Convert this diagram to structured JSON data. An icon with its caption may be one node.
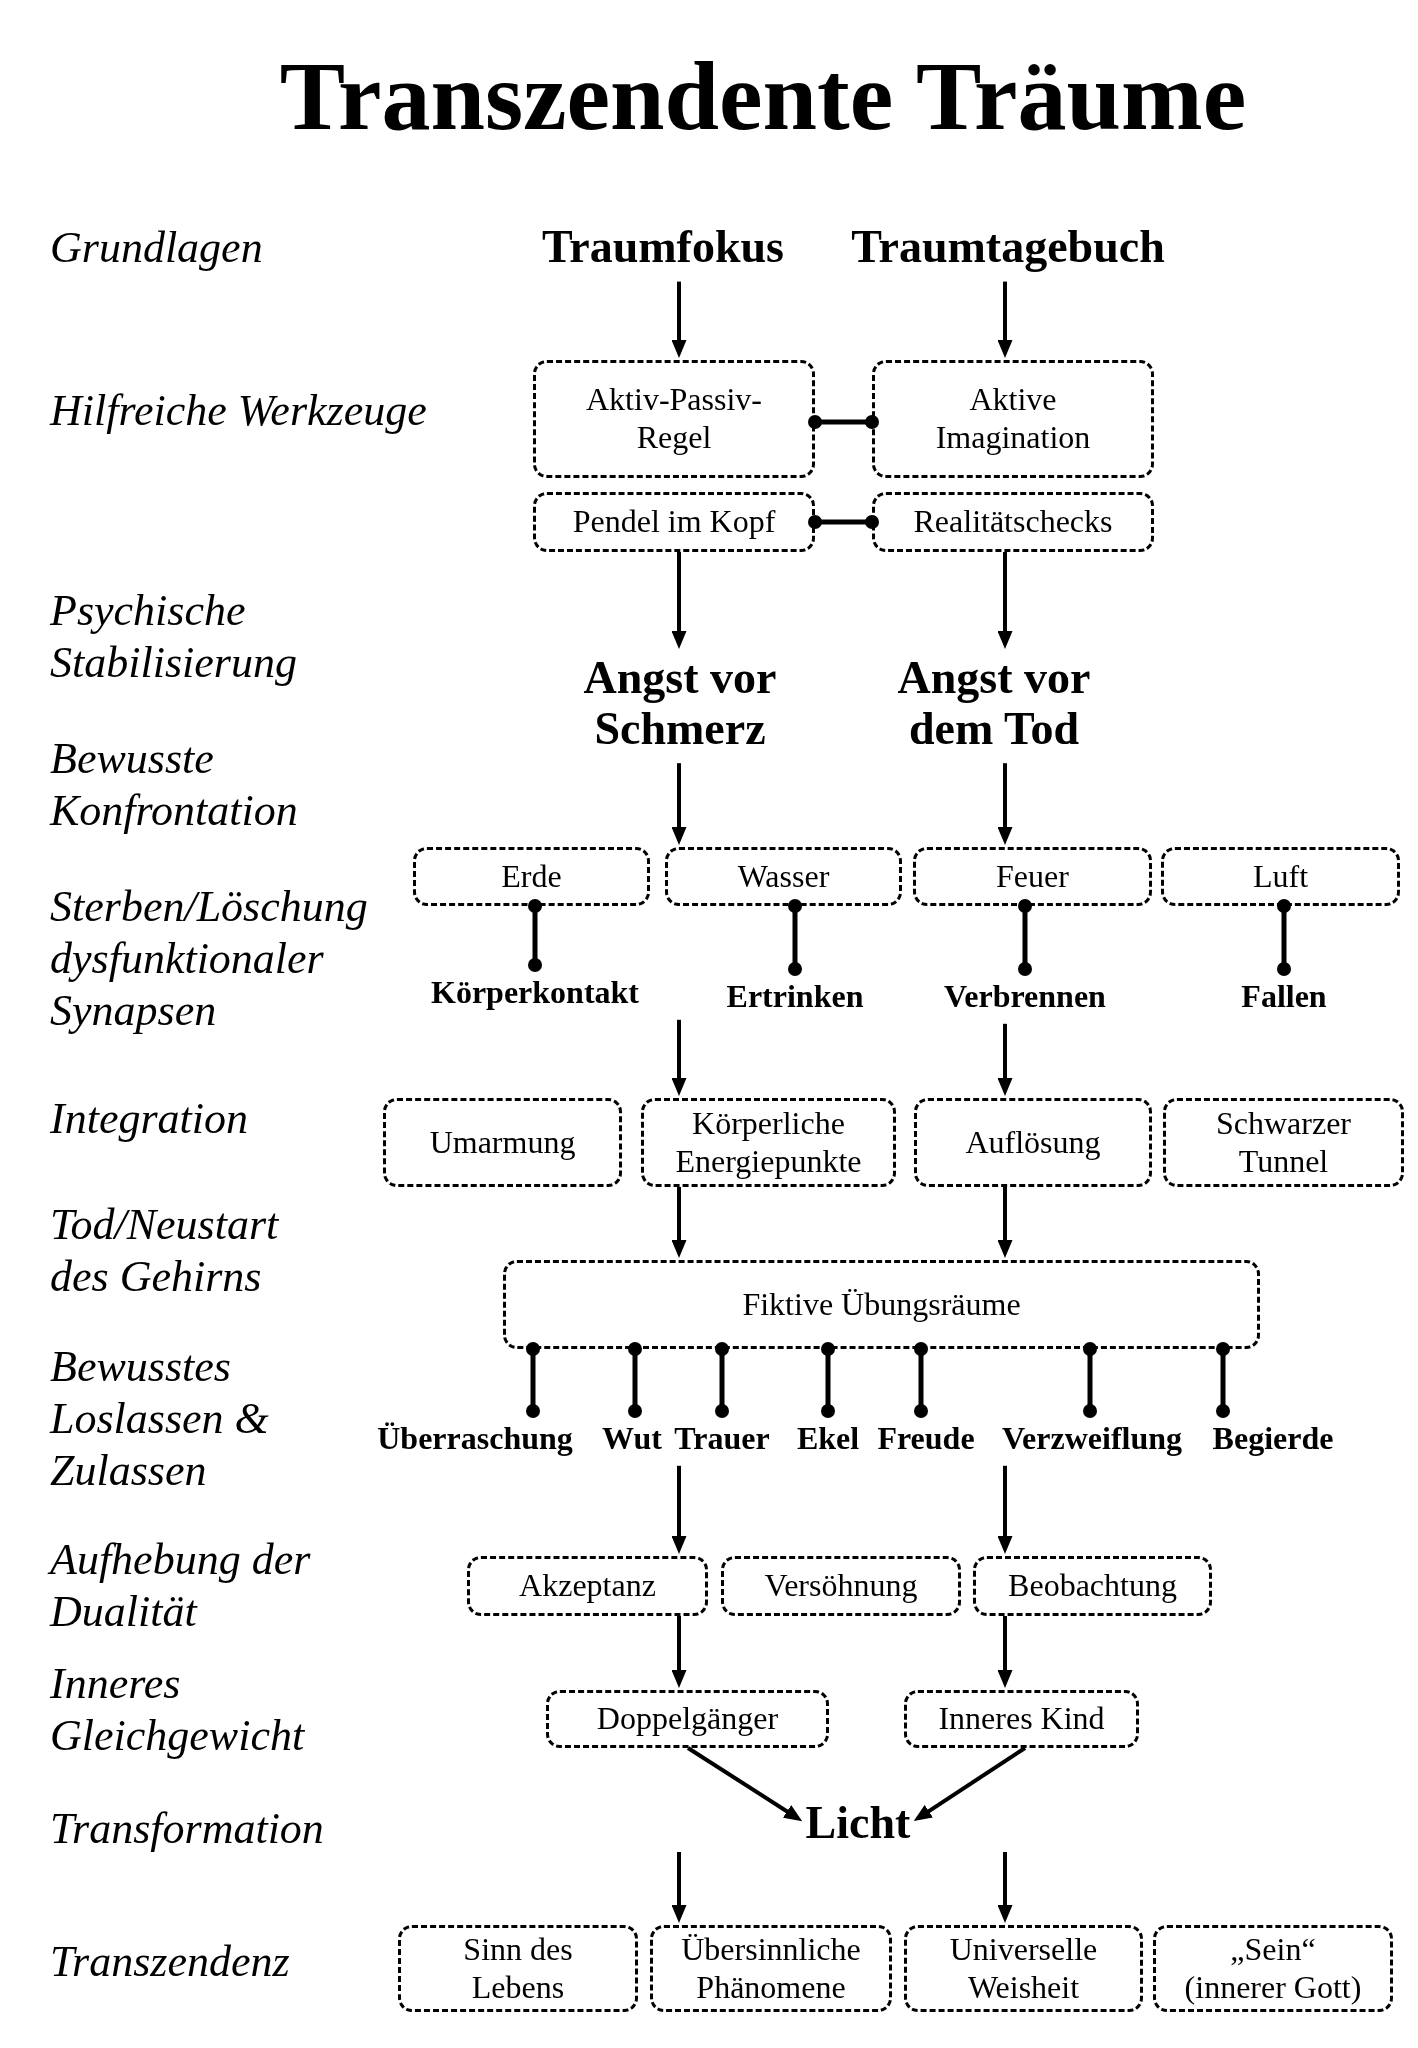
{
  "diagram": {
    "title": "Transzendente Träume",
    "nodes": [
      {
        "text": [
          "Traumfokus"
        ]
      },
      {
        "text": [
          "Traumtagebuch"
        ]
      },
      {
        "text": [
          "Aktiv-Passiv-Regel"
        ]
      },
      {
        "text": [
          "Aktive Imagination"
        ]
      },
      {
        "text": [
          "Pendel im Kopf"
        ]
      },
      {
        "text": [
          "Realitätschecks"
        ]
      },
      {
        "text": [
          "Angst vor Schmerz"
        ]
      },
      {
        "text": [
          "Angst vor dem Tod"
        ]
      },
      {
        "text": [
          "Erde"
        ]
      },
      {
        "text": [
          "Wasser"
        ]
      },
      {
        "text": [
          "Feuer"
        ]
      },
      {
        "text": [
          "Luft"
        ]
      },
      {
        "text": [
          "Körperkontakt"
        ]
      },
      {
        "text": [
          "Ertrinken"
        ]
      },
      {
        "text": [
          "Verbrennen"
        ]
      },
      {
        "text": [
          "Fallen"
        ]
      },
      {
        "text": [
          "Umarmung"
        ]
      },
      {
        "text": [
          "Körperliche Energiepunkte"
        ]
      },
      {
        "text": [
          "Auflösung"
        ]
      },
      {
        "text": [
          "Schwarzer Tunnel"
        ]
      },
      {
        "text": [
          "Fiktive Übungsräume"
        ]
      },
      {
        "text": [
          "Überraschung"
        ]
      },
      {
        "text": [
          "Wut"
        ]
      },
      {
        "text": [
          "Trauer"
        ]
      },
      {
        "text": [
          "Ekel"
        ]
      },
      {
        "text": [
          "Freude"
        ]
      },
      {
        "text": [
          "Verzweiflung"
        ]
      },
      {
        "text": [
          "Begierde"
        ]
      },
      {
        "text": [
          "Akzeptanz"
        ]
      },
      {
        "text": [
          "Versöhnung"
        ]
      },
      {
        "text": [
          "Beobachtung"
        ]
      },
      {
        "text": [
          "Doppelgänger"
        ]
      },
      {
        "text": [
          "Inneres Kind"
        ]
      },
      {
        "text": [
          "Licht"
        ]
      },
      {
        "text": [
          "Sinn des Lebens"
        ]
      },
      {
        "text": [
          "Übersinnliche Phänomene"
        ]
      },
      {
        "text": [
          "Universelle Weisheit"
        ]
      },
      {
        "text": [
          "„Sein“ (innerer Gott)"
        ]
      }
    ],
    "edges": [
      {
        "from": 0,
        "to": 2,
        "arrow": "to"
      },
      {
        "from": 1,
        "to": 3,
        "arrow": "to"
      },
      {
        "from": 2,
        "to": 3,
        "arrow": "other"
      },
      {
        "from": 4,
        "to": 5,
        "arrow": "other"
      },
      {
        "from": 4,
        "to": 6,
        "arrow": "to"
      },
      {
        "from": 5,
        "to": 7,
        "arrow": "to"
      },
      {
        "from": 6,
        "to": 9,
        "arrow": "to"
      },
      {
        "from": 7,
        "to": 10,
        "arrow": "to"
      },
      {
        "from": 8,
        "to": 12,
        "arrow": "other"
      },
      {
        "from": 9,
        "to": 13,
        "arrow": "other"
      },
      {
        "from": 10,
        "to": 14,
        "arrow": "other"
      },
      {
        "from": 11,
        "to": 15,
        "arrow": "other"
      },
      {
        "from": 12,
        "to": 17,
        "arrow": "to"
      },
      {
        "from": 14,
        "to": 18,
        "arrow": "to"
      },
      {
        "from": 17,
        "to": 20,
        "arrow": "to"
      },
      {
        "from": 18,
        "to": 20,
        "arrow": "to"
      },
      {
        "from": 20,
        "to": 21,
        "arrow": "other"
      },
      {
        "from": 20,
        "to": 22,
        "arrow": "other"
      },
      {
        "from": 20,
        "to": 23,
        "arrow": "other"
      },
      {
        "from": 20,
        "to": 24,
        "arrow": "other"
      },
      {
        "from": 20,
        "to": 25,
        "arrow": "other"
      },
      {
        "from": 20,
        "to": 26,
        "arrow": "other"
      },
      {
        "from": 20,
        "to": 27,
        "arrow": "other"
      },
      {
        "from": 23,
        "to": 28,
        "arrow": "to"
      },
      {
        "from": 26,
        "to": 30,
        "arrow": "to"
      },
      {
        "from": 28,
        "to": 31,
        "arrow": "to"
      },
      {
        "from": 30,
        "to": 32,
        "arrow": "to"
      },
      {
        "from": 31,
        "to": 33,
        "arrow": "to"
      },
      {
        "from": 32,
        "to": 33,
        "arrow": "to"
      },
      {
        "from": null,
        "to": 35,
        "arrow": "to"
      },
      {
        "from": null,
        "to": 36,
        "arrow": "to"
      }
    ],
    "labels": [
      "Grundlagen",
      "Hilfreiche Werkzeuge",
      "Psychische Stabilisierung",
      "Bewusste Konfrontation",
      "Sterben/Löschung dysfunktionaler Synapsen",
      "Integration",
      "Tod/Neustart des Gehirns",
      "Bewusstes Loslassen & Zulassen",
      "Aufhebung der Dualität",
      "Inneres Gleichgewicht",
      "Transformation",
      "Transzendenz"
    ]
  }
}
